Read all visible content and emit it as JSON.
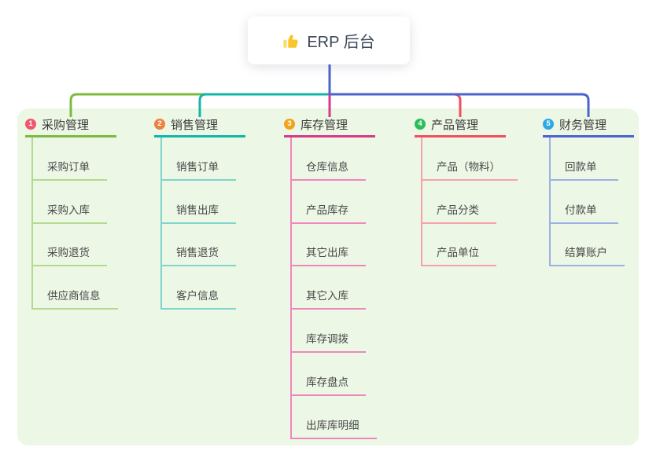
{
  "root": {
    "label": "ERP 后台",
    "icon": "thumbs-up-icon"
  },
  "canvas": {
    "background": "#ffffff",
    "panel_color": "#edf7e6",
    "root_connector_color": "#4a63ce"
  },
  "branches": [
    {
      "index": "1",
      "label": "采购管理",
      "color": "#7cb93f",
      "light_color": "#b3db8f",
      "badge_color": "#f1566d",
      "children": [
        "采购订单",
        "采购入库",
        "采购退货",
        "供应商信息"
      ]
    },
    {
      "index": "2",
      "label": "销售管理",
      "color": "#13b5a9",
      "light_color": "#7fd4cc",
      "badge_color": "#ef8140",
      "children": [
        "销售订单",
        "销售出库",
        "销售退货",
        "客户信息"
      ]
    },
    {
      "index": "3",
      "label": "库存管理",
      "color": "#d6398b",
      "light_color": "#ef87bd",
      "badge_color": "#f3a21e",
      "children": [
        "仓库信息",
        "产品库存",
        "其它出库",
        "其它入库",
        "库存调拨",
        "库存盘点",
        "出库库明细"
      ]
    },
    {
      "index": "4",
      "label": "产品管理",
      "color": "#f04f5e",
      "light_color": "#f7a2a8",
      "badge_color": "#2cbd5b",
      "children": [
        "产品（物料）",
        "产品分类",
        "产品单位"
      ]
    },
    {
      "index": "5",
      "label": "财务管理",
      "color": "#4a63ce",
      "light_color": "#9cb0e2",
      "badge_color": "#2ca9e6",
      "children": [
        "回款单",
        "付款单",
        "结算账户"
      ]
    }
  ]
}
